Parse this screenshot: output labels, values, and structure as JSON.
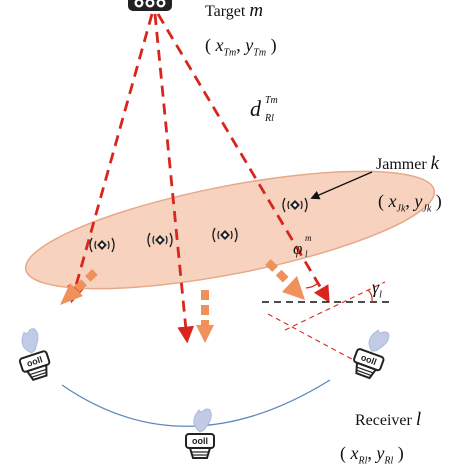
{
  "target": {
    "label": "Target",
    "index": "m",
    "coord_open": "(",
    "coord_x": "x",
    "coord_x_sub": "Tm",
    "comma": ",",
    "coord_y": "y",
    "coord_y_sub": "Tm",
    "coord_close": ")"
  },
  "distance": {
    "symbol": "d",
    "sub": "Rl",
    "sup": "Tm"
  },
  "jammer": {
    "label": "Jammer",
    "index": "k",
    "coord_open": "(",
    "coord_x": "x",
    "coord_x_sub": "Jk",
    "comma": ",",
    "coord_y": "y",
    "coord_y_sub": "Jk",
    "coord_close": ")"
  },
  "angle_phi": {
    "symbol": "φ",
    "sub": "l",
    "sup": "m"
  },
  "angle_gamma": {
    "symbol": "γ",
    "sub": "l"
  },
  "receiver": {
    "label": "Receiver",
    "index": "l",
    "coord_open": "(",
    "coord_x": "x",
    "coord_x_sub": "Rl",
    "comma": ",",
    "coord_y": "y",
    "coord_y_sub": "Rl",
    "coord_close": ")"
  },
  "radar_panel_text": "ooll",
  "colors": {
    "signal_dashed": "#d9261c",
    "jamming_arrow": "#f0905a",
    "ellipse_fill": "#f7d2be",
    "ellipse_stroke": "#e8a88a",
    "arc": "#5b86b8",
    "beam": "#aeb9dc"
  },
  "icons": [
    "uav-icon",
    "jammer-drone-icon",
    "radar-receiver-icon"
  ]
}
